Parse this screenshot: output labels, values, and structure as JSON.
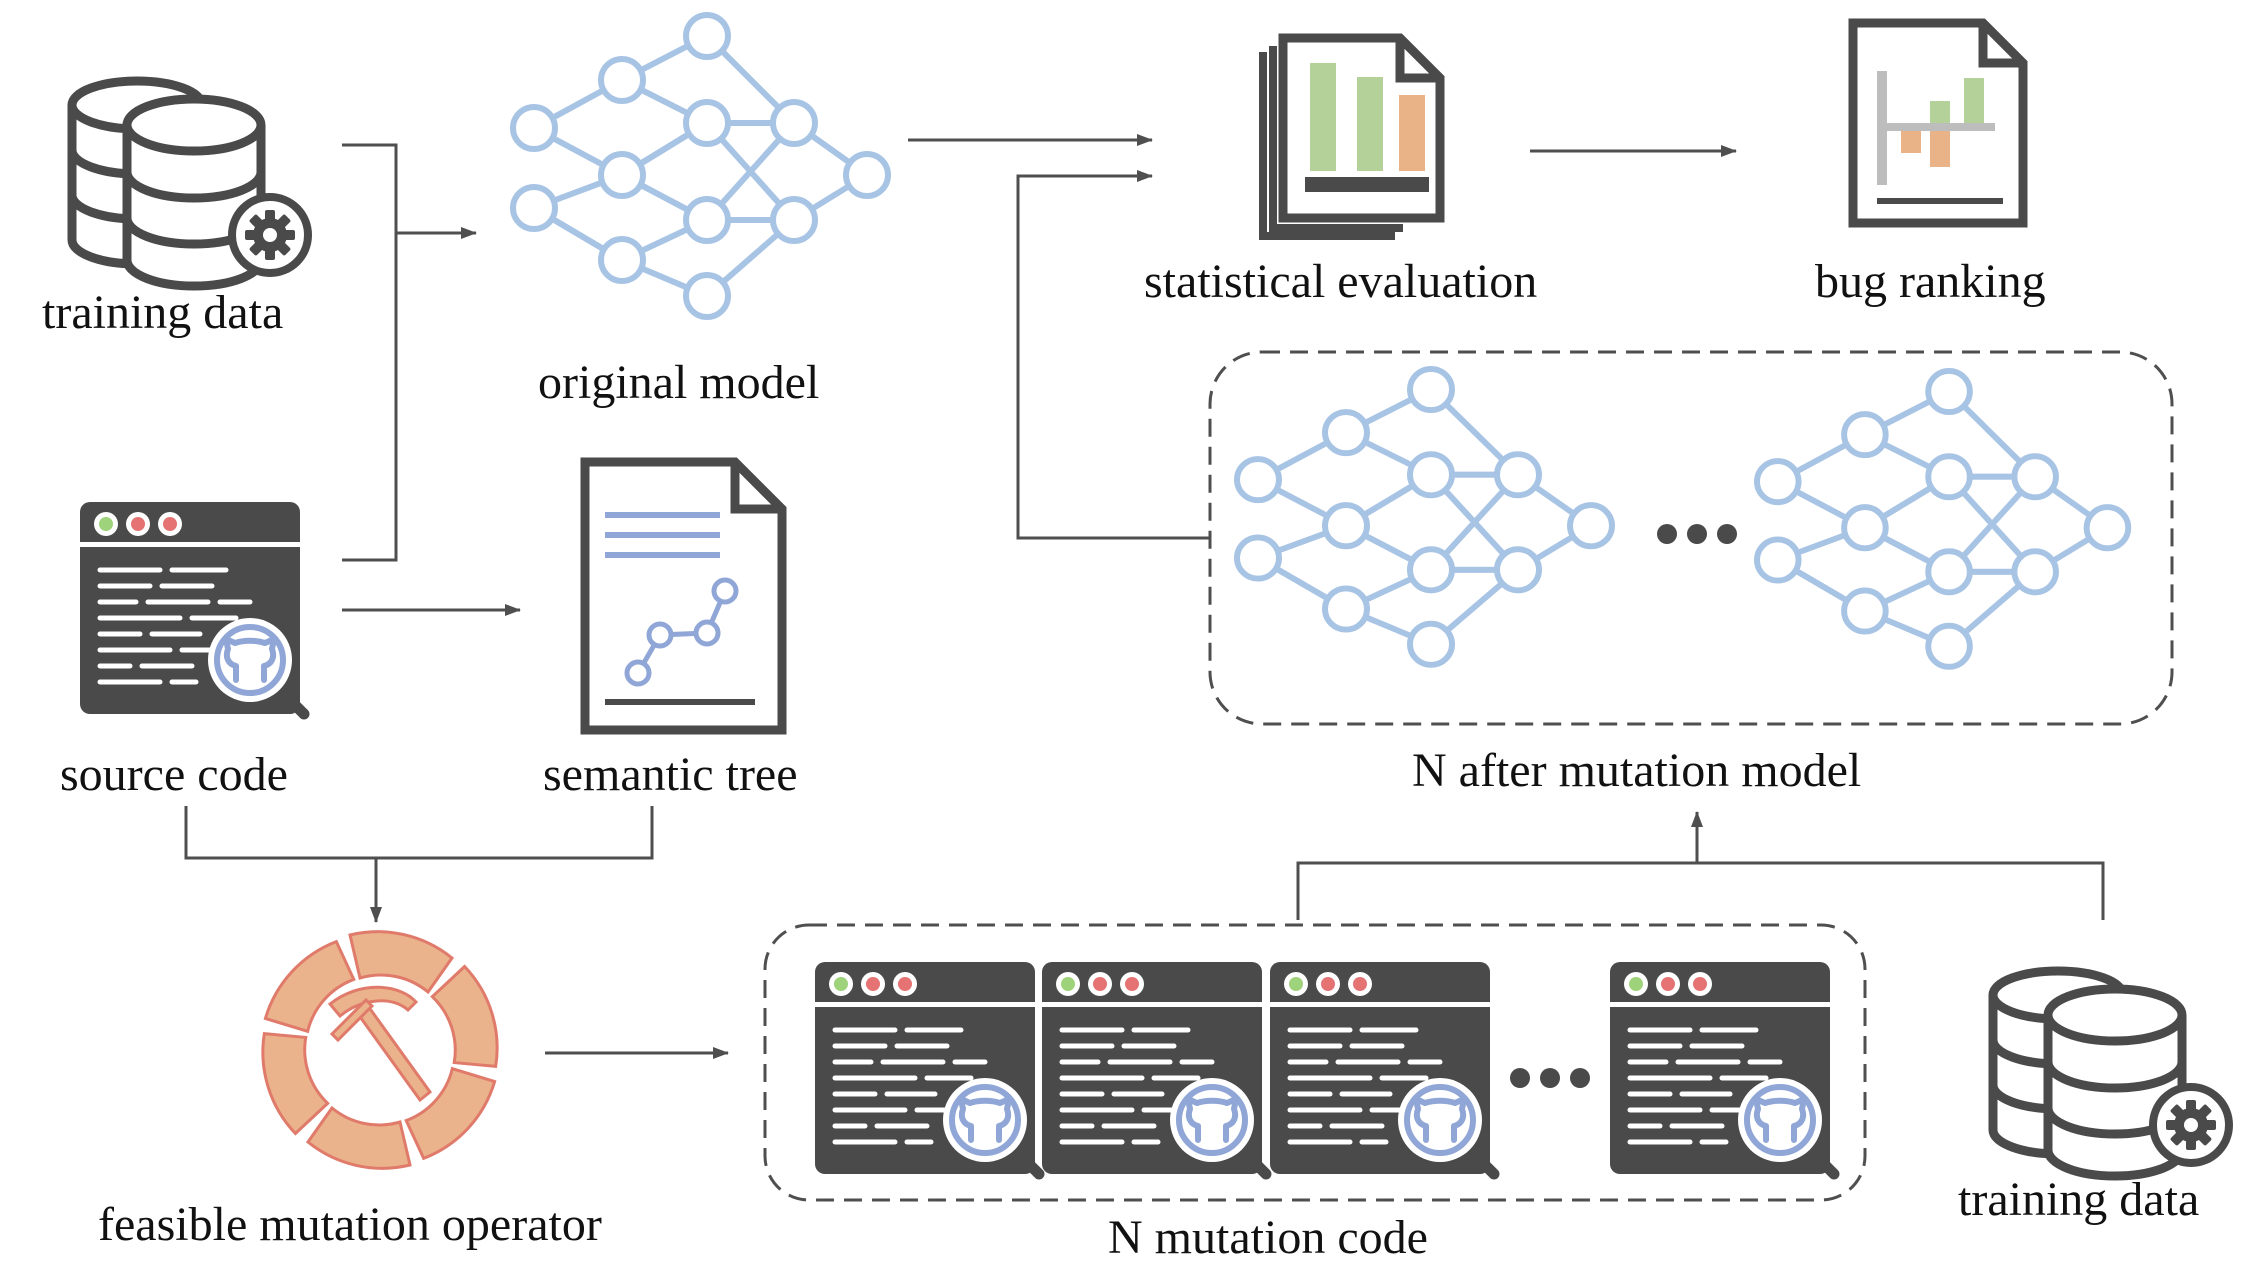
{
  "labels": {
    "training_data_top": "training data",
    "original_model": "original model",
    "statistical_evaluation": "statistical evaluation",
    "bug_ranking": "bug ranking",
    "source_code": "source code",
    "semantic_tree": "semantic tree",
    "n_after_mutation_model": "N after mutation model",
    "feasible_mutation_operator": "feasible mutation operator",
    "n_mutation_code": "N mutation code",
    "training_data_bottom": "training data"
  },
  "icons": {
    "database": "database-gear-icon",
    "neural_network": "neural-network-icon",
    "report": "bar-chart-report-icon",
    "ranking": "ranking-chart-document-icon",
    "code_window": "code-window-github-icon",
    "semantic_doc": "semantic-tree-document-icon",
    "mutation_operator": "pickaxe-ring-icon",
    "ellipsis": "ellipsis-icon"
  },
  "colors": {
    "node_blue": "#a8c4e5",
    "icon_dark": "#4a4a4a",
    "arrow": "#4f4f4f",
    "bar_green": "#b5d19a",
    "bar_orange": "#e9b287",
    "ring_orange": "#eab38c",
    "dot_green": "#9ed27b",
    "dot_red": "#e57373",
    "code_line": "#ffffff",
    "github_blue": "#8fa6d6"
  }
}
